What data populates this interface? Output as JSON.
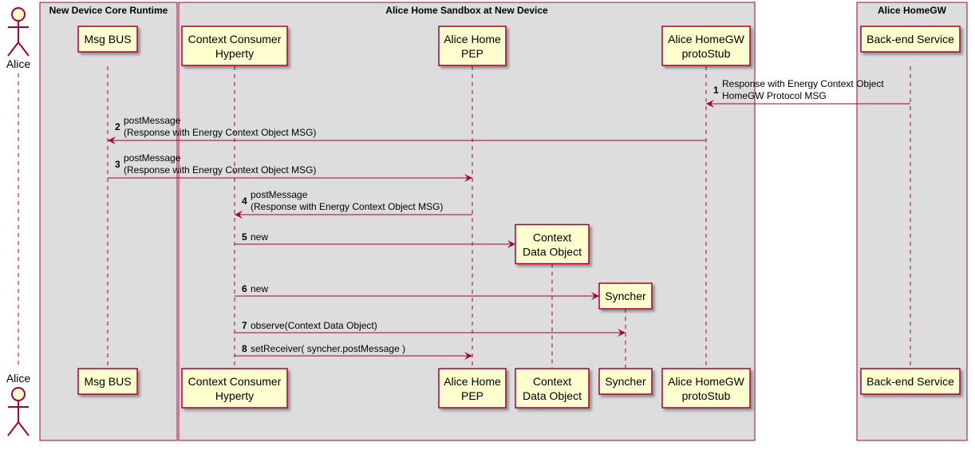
{
  "colors": {
    "box_fill": "#DDDDDD",
    "box_border": "#A80036",
    "participant_fill": "#FEFECE",
    "line_color": "#A80036"
  },
  "boxes": [
    {
      "id": "runtime",
      "title": "New Device Core Runtime"
    },
    {
      "id": "sandbox",
      "title": "Alice Home Sandbox at New Device"
    },
    {
      "id": "homegw",
      "title": "Alice HomeGW"
    }
  ],
  "actor": {
    "name": "Alice"
  },
  "participants": [
    {
      "id": "msgbus",
      "lines": [
        "Msg BUS"
      ]
    },
    {
      "id": "ccHyperty",
      "lines": [
        "Context Consumer",
        "Hyperty"
      ]
    },
    {
      "id": "pep",
      "lines": [
        "Alice Home",
        "PEP"
      ]
    },
    {
      "id": "cdo",
      "lines": [
        "Context",
        "Data Object"
      ]
    },
    {
      "id": "syncher",
      "lines": [
        "Syncher"
      ]
    },
    {
      "id": "protostub",
      "lines": [
        "Alice HomeGW",
        "protoStub"
      ]
    },
    {
      "id": "backend",
      "lines": [
        "Back-end Service"
      ]
    }
  ],
  "messages": [
    {
      "num": "1",
      "from": "backend",
      "to": "protostub",
      "lines": [
        "Response with Energy Context Object",
        " HomeGW Protocol MSG"
      ]
    },
    {
      "num": "2",
      "from": "protostub",
      "to": "msgbus",
      "lines": [
        "postMessage",
        "(Response with Energy Context Object MSG)"
      ]
    },
    {
      "num": "3",
      "from": "msgbus",
      "to": "pep",
      "lines": [
        "postMessage",
        "(Response with Energy Context Object MSG)"
      ]
    },
    {
      "num": "4",
      "from": "pep",
      "to": "ccHyperty",
      "lines": [
        "postMessage",
        "(Response with Energy Context Object MSG)"
      ]
    },
    {
      "num": "5",
      "from": "ccHyperty",
      "to": "cdo",
      "create": true,
      "lines": [
        "new"
      ]
    },
    {
      "num": "6",
      "from": "ccHyperty",
      "to": "syncher",
      "create": true,
      "lines": [
        "new"
      ]
    },
    {
      "num": "7",
      "from": "ccHyperty",
      "to": "syncher",
      "lines": [
        "observe(Context Data Object)"
      ]
    },
    {
      "num": "8",
      "from": "ccHyperty",
      "to": "pep",
      "lines": [
        "setReceiver( syncher.postMessage )"
      ]
    }
  ]
}
